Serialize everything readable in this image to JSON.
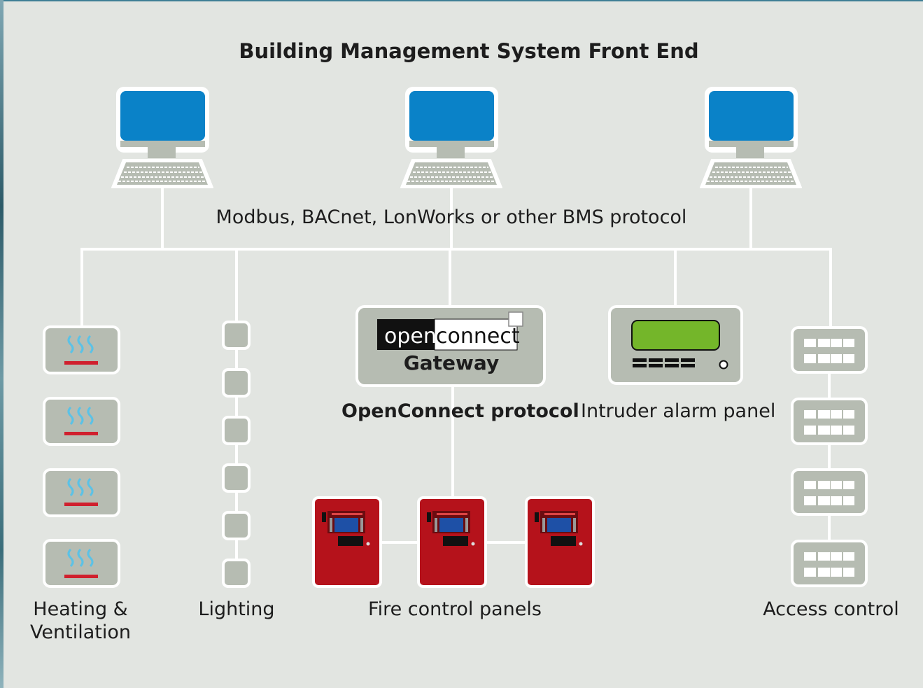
{
  "title": "Building Management System Front End",
  "protocol_label": "Modbus, BACnet, LonWorks or other BMS protocol",
  "gateway": {
    "logo_left": "open",
    "logo_right": "connect",
    "label": "Gateway"
  },
  "openconnect_protocol_label": "OpenConnect protocol",
  "intruder_label": "Intruder alarm panel",
  "heating_label_line1": "Heating &",
  "heating_label_line2": "Ventilation",
  "lighting_label": "Lighting",
  "fire_label": "Fire control panels",
  "access_label": "Access control",
  "colors": {
    "background": "#e2e5e1",
    "device_gray": "#b6bcb2",
    "monitor_blue": "#0a82c8",
    "fire_red": "#b5121b",
    "lcd_green": "#74b62a",
    "heat_wave": "#5bc2e6",
    "heat_bar": "#d0202e"
  },
  "icons": [
    "monitor-icon",
    "keyboard-icon",
    "heating-unit-icon",
    "light-switch-icon",
    "fire-panel-icon",
    "keypad-icon"
  ]
}
